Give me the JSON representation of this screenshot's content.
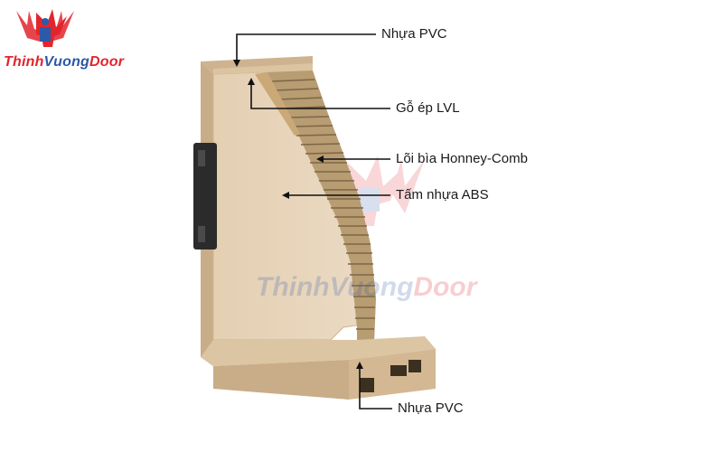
{
  "brand": {
    "part1": "Thinh",
    "part2": "Vuong",
    "part3": "Door",
    "colors": {
      "red": "#e3252c",
      "blue": "#2c5aa8"
    },
    "icon": "phoenix-emblem-icon"
  },
  "watermark": {
    "part1": "Thinh",
    "part2": "Vuong",
    "part3": "Door"
  },
  "labels": {
    "pvc_top": "Nhựa PVC",
    "lvl": "Gỗ ép LVL",
    "honeycomb": "Lõi bìa Honney-Comb",
    "abs": "Tấm nhựa ABS",
    "pvc_bottom": "Nhựa PVC"
  },
  "colors": {
    "wood_face": "#e6d2b6",
    "wood_side": "#d6bc98",
    "honeycomb": "#b89c72",
    "hinge": "#2b2b2b",
    "leader": "#111111"
  }
}
